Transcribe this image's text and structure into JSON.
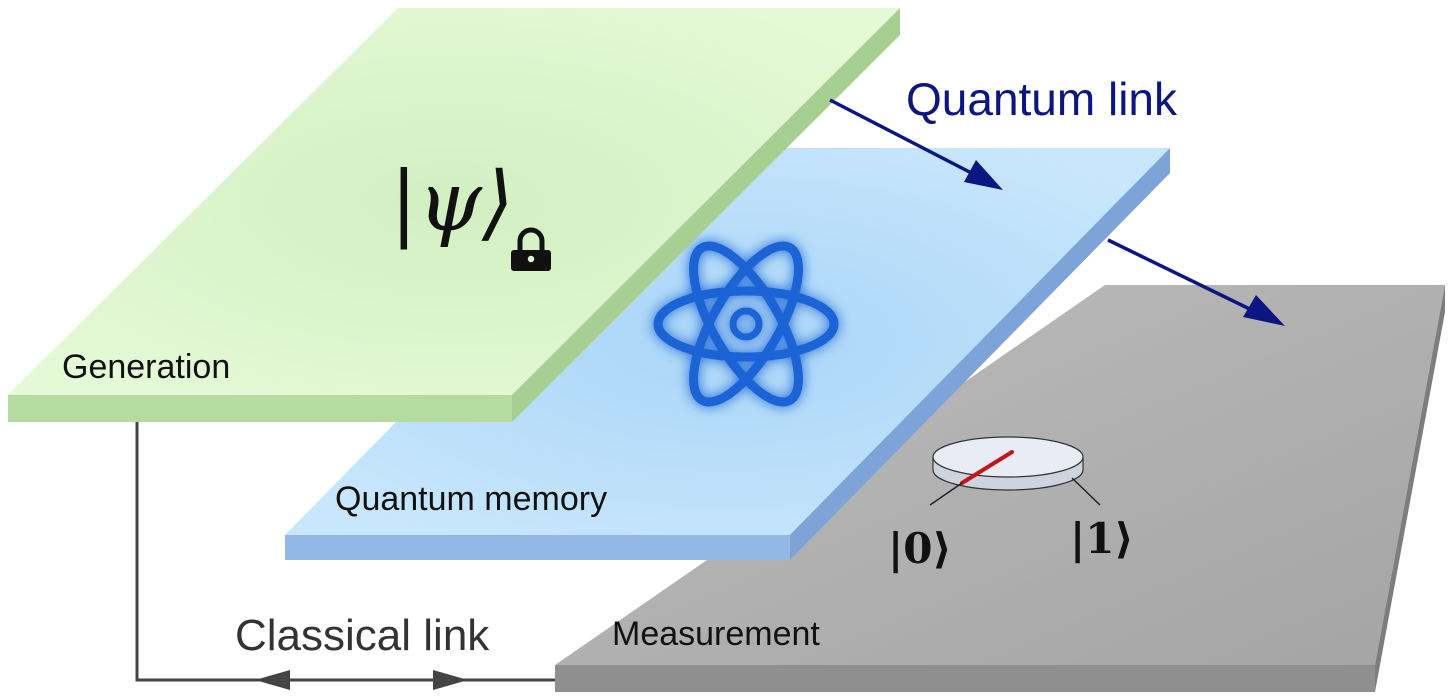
{
  "layers": {
    "generation": {
      "label": "Generation",
      "state_symbol": "|ψ⟩",
      "icon": "lock-icon",
      "color": "#dff7cf"
    },
    "memory": {
      "label": "Quantum memory",
      "icon": "atom-icon",
      "color": "#bfe2fb"
    },
    "measurement": {
      "label": "Measurement",
      "icon": "dial-meter-icon",
      "color": "#a9a9a9"
    }
  },
  "links": {
    "quantum": {
      "label": "Quantum link",
      "color": "#0b1682"
    },
    "classical": {
      "label": "Classical link",
      "color": "#444444"
    }
  },
  "measurement_states": {
    "zero": "|0⟩",
    "one": "|1⟩"
  },
  "atom_color": "#1a64d6",
  "needle_color": "#c2161b"
}
